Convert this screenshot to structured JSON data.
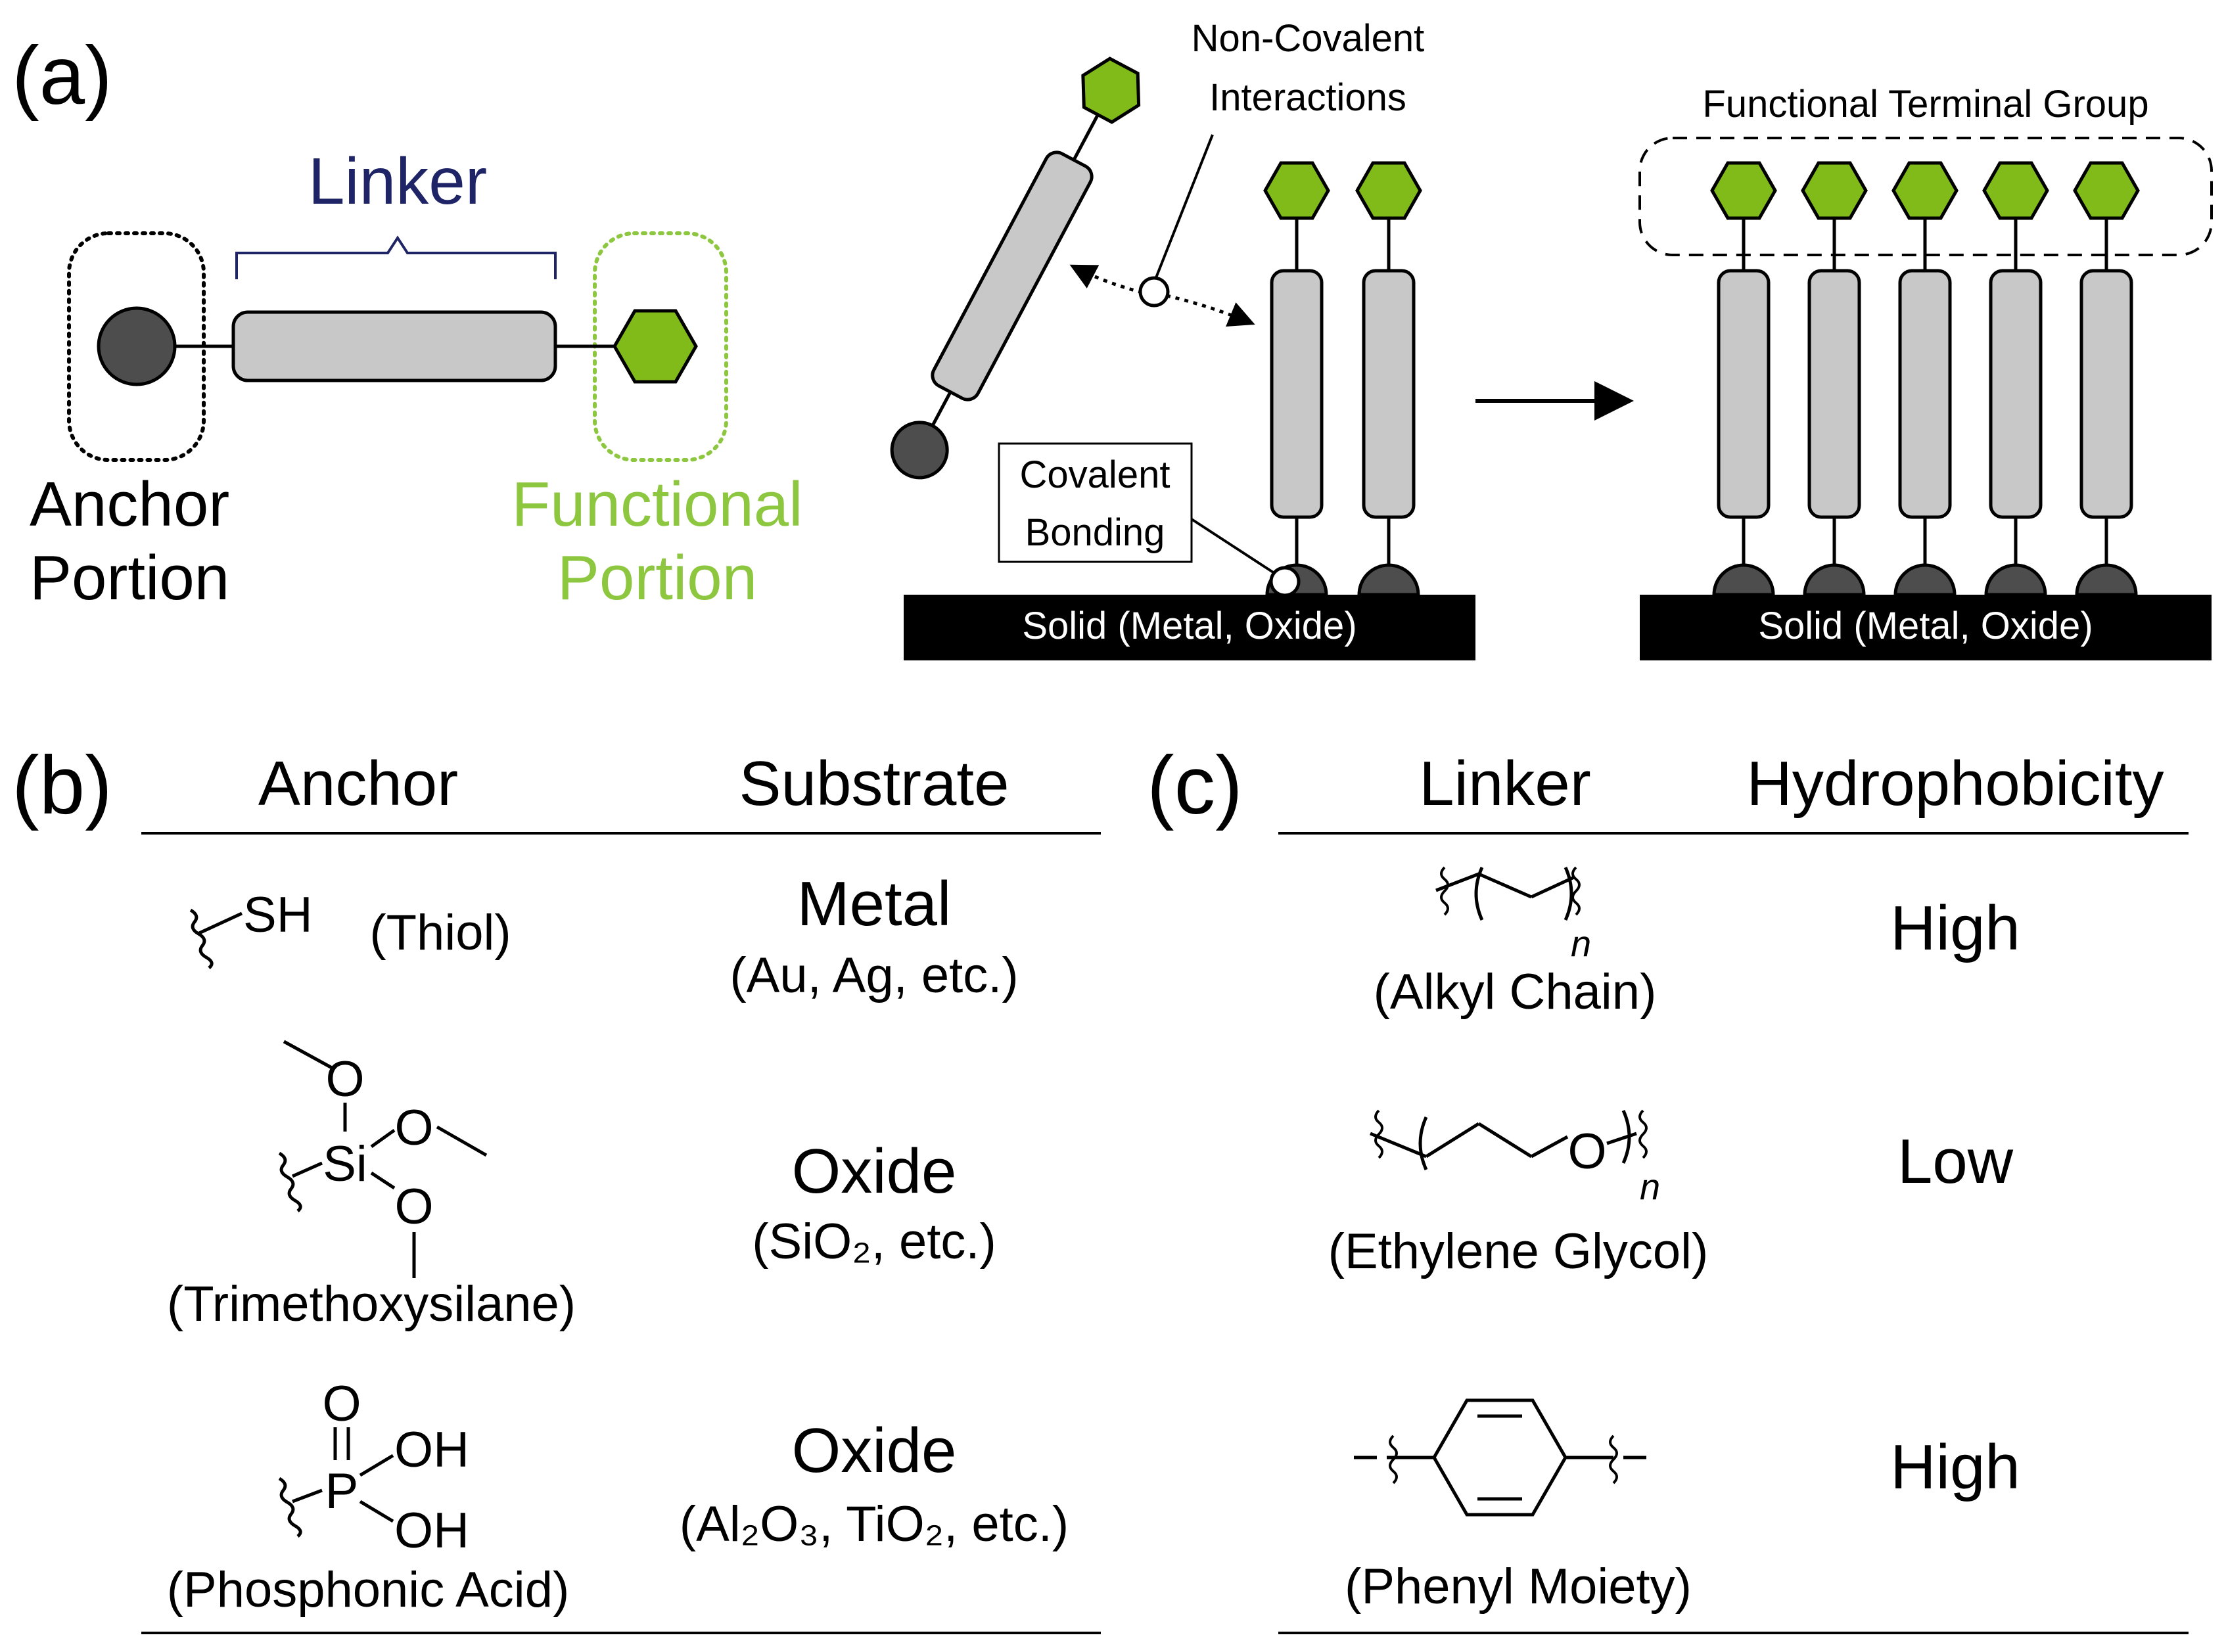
{
  "panel_a": {
    "label": "(a)",
    "linker_label": "Linker",
    "anchor_label": [
      "Anchor",
      "Portion"
    ],
    "functional_label": [
      "Functional",
      "Portion"
    ],
    "non_covalent_label": [
      "Non-Covalent",
      "Interactions"
    ],
    "covalent_label": [
      "Covalent",
      "Bonding"
    ],
    "functional_terminal_label": "Functional Terminal Group",
    "substrate_label_left": "Solid (Metal, Oxide)",
    "substrate_label_right": "Solid (Metal, Oxide)"
  },
  "panel_b": {
    "label": "(b)",
    "headers": [
      "Anchor",
      "Substrate"
    ],
    "rows": [
      {
        "group": "SH",
        "anchor": "(Thiol)",
        "substrate": "Metal",
        "examples": "(Au, Ag, etc.)"
      },
      {
        "group": "Si",
        "anchor": "(Trimethoxysilane)",
        "substrate": "Oxide",
        "examples": "(SiO₂, etc.)"
      },
      {
        "group": "P",
        "anchor": "(Phosphonic Acid)",
        "substrate": "Oxide",
        "examples": "(Al₂O₃, TiO₂, etc.)"
      }
    ],
    "atoms": {
      "O": "O",
      "OH": "OH"
    }
  },
  "panel_c": {
    "label": "(c)",
    "headers": [
      "Linker",
      "Hydrophobicity"
    ],
    "rows": [
      {
        "linker": "(Alkyl Chain)",
        "hydrophobicity": "High"
      },
      {
        "linker": "(Ethylene Glycol)",
        "hydrophobicity": "Low"
      },
      {
        "linker": "(Phenyl Moiety)",
        "hydrophobicity": "High"
      }
    ],
    "repeat_unit": "n",
    "oxygen": "O"
  },
  "colors": {
    "anchor": "#4d4d4d",
    "linker": "#c8c8c8",
    "functional": "#80bb1a",
    "linker_text": "#1f2466",
    "functional_text": "#8dc63f",
    "substrate": "#000000"
  }
}
